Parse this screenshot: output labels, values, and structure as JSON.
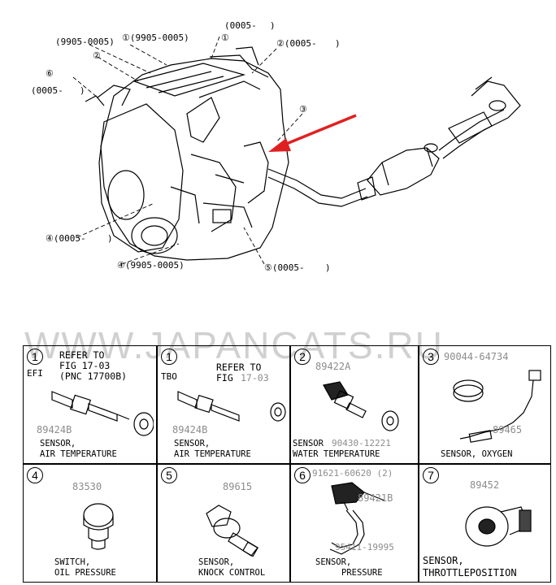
{
  "watermark": "WWW.JAPANCATS.RU",
  "callouts": {
    "c1": "(9905-0005)",
    "c2": "①(9905-0005)",
    "c3": "(0005-",
    "c3b": ")",
    "c4": "①",
    "c5": "②(0005-",
    "c5b": ")",
    "c6": "②",
    "c7": "⑥",
    "c8": "(0005-",
    "c8b": ")",
    "c9": "③",
    "c10": "④(0005-",
    "c10b": ")",
    "c11": "④(9905-0005)",
    "c12": "⑤(0005-",
    "c12b": ")"
  },
  "cells": [
    {
      "num": "1",
      "pre": "EFI",
      "ref1": "REFER TO",
      "ref2": "FIG 17-03",
      "ref3": "(PNC 17700B)",
      "part": "89424B",
      "name1": "SENSOR,",
      "name2": "AIR TEMPERATURE"
    },
    {
      "num": "1",
      "pre": "TBO",
      "ref1": "REFER TO",
      "ref2a": "FIG",
      "ref2b": "17-03",
      "part": "89424B",
      "name1": "SENSOR,",
      "name2": "AIR TEMPERATURE"
    },
    {
      "num": "2",
      "part": "89422A",
      "part2": "90430-12221",
      "name1": "SENSOR",
      "name2": "WATER TEMPERATURE"
    },
    {
      "num": "3",
      "part": "90044-64734",
      "part2": "89465",
      "name1": "SENSOR, OXYGEN"
    },
    {
      "num": "4",
      "part": "83530",
      "name1": "SWITCH,",
      "name2": "OIL PRESSURE"
    },
    {
      "num": "5",
      "part": "89615",
      "name1": "SENSOR,",
      "name2": "KNOCK CONTROL"
    },
    {
      "num": "6",
      "part": "91621-60620 (2)",
      "part2": "89421B",
      "part3": "95411-19995",
      "name1": "SENSOR,",
      "name2": "PRESSURE"
    },
    {
      "num": "7",
      "part": "89452",
      "name1": "SENSOR,",
      "name2": "THROTTLEPOSITION"
    }
  ],
  "colors": {
    "arrow": "#e02020",
    "gray_text": "#8c8c8c",
    "line": "#000000"
  }
}
